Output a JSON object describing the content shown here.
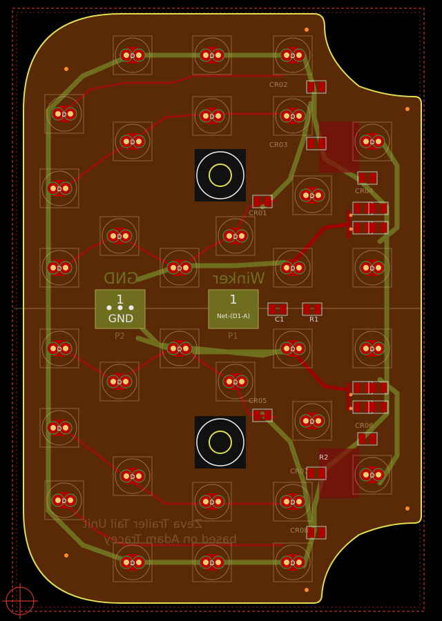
{
  "colors": {
    "background": "#000000",
    "board": "#5a2a06",
    "board_outline": "#e0e050",
    "frame": "#c83232",
    "copper_front": "#b00000",
    "copper_back": "#6e6e1e",
    "silk_back": "#8a6a3a",
    "led_ring": "#c8b070",
    "green_ring": "#1aa04a"
  },
  "labels": {
    "pad_gnd_number": "1",
    "pad_gnd_net": "GND",
    "pad_gnd_ref": "P2",
    "pad_net_number": "1",
    "pad_net_net": "Net-(D1-A)",
    "pad_net_ref": "P1",
    "silk_winker": "Winker",
    "silk_gnd": "GND",
    "silk_title_line1": "Zeva Trailer Tail Unit",
    "silk_title_line2": "based on Adam Tracey",
    "ref_r1": "R1",
    "ref_c1": "C1",
    "ref_r2": "R2",
    "ref_cr01": "CR01",
    "ref_cr02": "CR02",
    "ref_cr03": "CR03",
    "ref_cr04": "CR04",
    "ref_cr05": "CR05",
    "ref_cr06": "CR06",
    "ref_cr07": "CR07",
    "ref_cr08": "CR08"
  }
}
